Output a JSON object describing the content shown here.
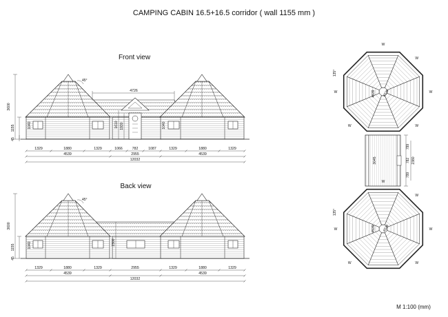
{
  "title": "CAMPING CABIN 16.5+16.5 corridor ( wall 1155 mm )",
  "scale": "M 1:100 (mm)",
  "front_view": {
    "label": "Front view",
    "roof_angle": "45°",
    "corridor_width": "4726",
    "height_total": "3600",
    "height_wall": "1155",
    "height_base": "45",
    "door_height_1": "1610",
    "door_height_2": "1930",
    "door_side_1": "1040",
    "door_side_2": "1040",
    "row1": [
      "1329",
      "1880",
      "1329",
      "1066",
      "782",
      "1087",
      "1329",
      "1880",
      "1329"
    ],
    "row2": [
      "4539",
      "2955",
      "4539"
    ],
    "row3": "12032"
  },
  "back_view": {
    "label": "Back view",
    "roof_angle": "45°",
    "height_total": "3600",
    "height_wall": "1155",
    "height_base": "45",
    "corridor_height": "2300",
    "side_window": "1040",
    "row1": [
      "1329",
      "1880",
      "1329",
      "2955",
      "1329",
      "1880",
      "1329"
    ],
    "row2": [
      "4539",
      "4539"
    ],
    "row3": "12032"
  },
  "plan_view": {
    "angle_top": "135°",
    "angle_bottom": "135°",
    "corridor_length": "3045",
    "corridor_width": "2380",
    "door_dims": [
      "799",
      "782",
      "799"
    ],
    "pod_dims_top": [
      "4539",
      "4539"
    ],
    "pod_dims_bottom": [
      "4539",
      "4539"
    ],
    "window_mark": "W"
  }
}
